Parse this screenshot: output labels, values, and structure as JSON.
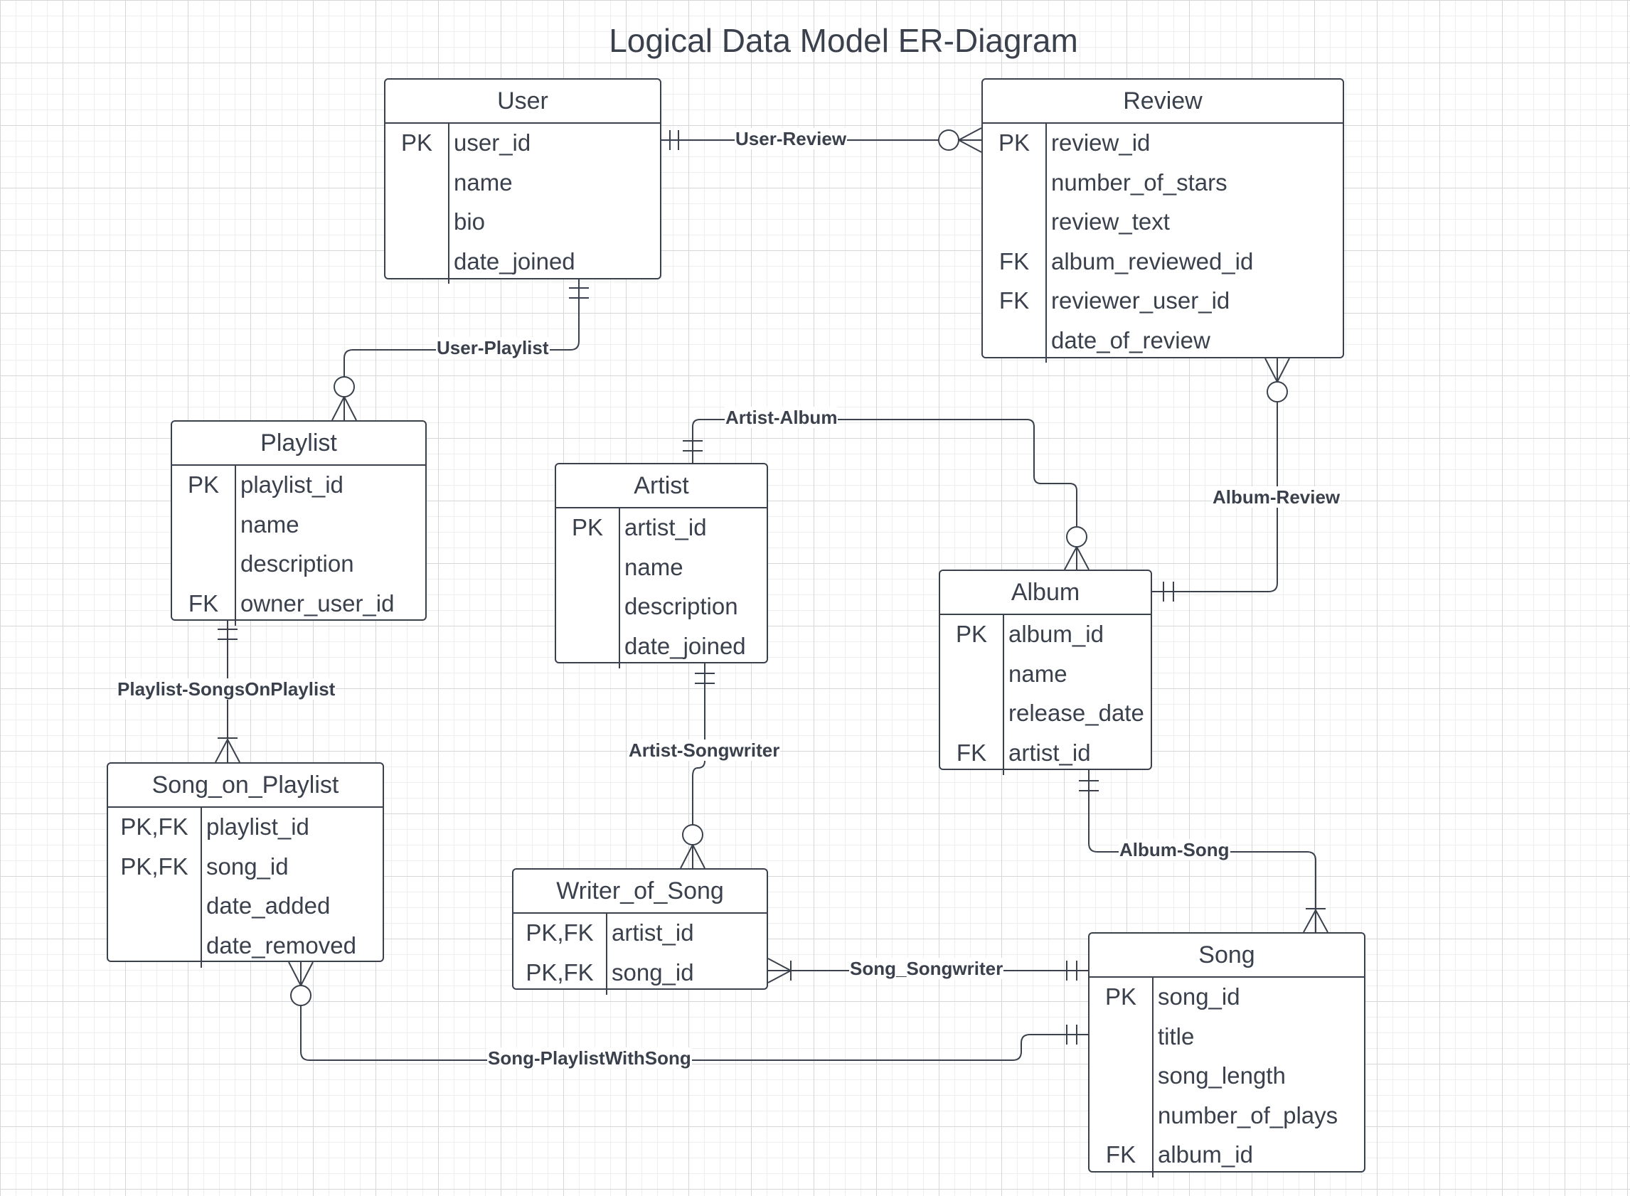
{
  "title": "Logical Data Model ER-Diagram",
  "entities": {
    "user": {
      "name": "User",
      "rows": [
        {
          "key": "PK",
          "field": "user_id"
        },
        {
          "key": "",
          "field": "name"
        },
        {
          "key": "",
          "field": "bio"
        },
        {
          "key": "",
          "field": "date_joined"
        }
      ]
    },
    "review": {
      "name": "Review",
      "rows": [
        {
          "key": "PK",
          "field": "review_id"
        },
        {
          "key": "",
          "field": "number_of_stars"
        },
        {
          "key": "",
          "field": "review_text"
        },
        {
          "key": "FK",
          "field": "album_reviewed_id"
        },
        {
          "key": "FK",
          "field": "reviewer_user_id"
        },
        {
          "key": "",
          "field": "date_of_review"
        }
      ]
    },
    "playlist": {
      "name": "Playlist",
      "rows": [
        {
          "key": "PK",
          "field": "playlist_id"
        },
        {
          "key": "",
          "field": "name"
        },
        {
          "key": "",
          "field": "description"
        },
        {
          "key": "FK",
          "field": "owner_user_id"
        }
      ]
    },
    "artist": {
      "name": "Artist",
      "rows": [
        {
          "key": "PK",
          "field": "artist_id"
        },
        {
          "key": "",
          "field": "name"
        },
        {
          "key": "",
          "field": "description"
        },
        {
          "key": "",
          "field": "date_joined"
        }
      ]
    },
    "album": {
      "name": "Album",
      "rows": [
        {
          "key": "PK",
          "field": "album_id"
        },
        {
          "key": "",
          "field": "name"
        },
        {
          "key": "",
          "field": "release_date"
        },
        {
          "key": "FK",
          "field": "artist_id"
        }
      ]
    },
    "song_on_playlist": {
      "name": "Song_on_Playlist",
      "rows": [
        {
          "key": "PK,FK",
          "field": "playlist_id"
        },
        {
          "key": "PK,FK",
          "field": "song_id"
        },
        {
          "key": "",
          "field": "date_added"
        },
        {
          "key": "",
          "field": "date_removed"
        }
      ]
    },
    "writer_of_song": {
      "name": "Writer_of_Song",
      "rows": [
        {
          "key": "PK,FK",
          "field": "artist_id"
        },
        {
          "key": "PK,FK",
          "field": "song_id"
        }
      ]
    },
    "song": {
      "name": "Song",
      "rows": [
        {
          "key": "PK",
          "field": "song_id"
        },
        {
          "key": "",
          "field": "title"
        },
        {
          "key": "",
          "field": "song_length"
        },
        {
          "key": "",
          "field": "number_of_plays"
        },
        {
          "key": "FK",
          "field": "album_id"
        }
      ]
    }
  },
  "relationships": {
    "user_review": "User-Review",
    "user_playlist": "User-Playlist",
    "artist_album": "Artist-Album",
    "album_review": "Album-Review",
    "playlist_songsonplaylist": "Playlist-SongsOnPlaylist",
    "artist_songwriter": "Artist-Songwriter",
    "album_song": "Album-Song",
    "song_songwriter": "Song_Songwriter",
    "song_playlistwithsong": "Song-PlaylistWithSong"
  }
}
